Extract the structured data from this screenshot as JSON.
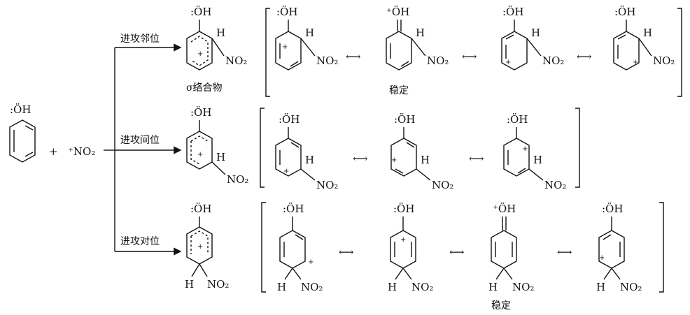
{
  "reagents": {
    "phenol_oh": ":ÖH",
    "plus": "+",
    "nitronium": "⁺NO₂"
  },
  "routes": [
    {
      "id": "ortho",
      "attack_label": "进攻邻位",
      "sigma_label": "σ络合物",
      "stable_label": "稳定"
    },
    {
      "id": "meta",
      "attack_label": "进攻间位"
    },
    {
      "id": "para",
      "attack_label": "进攻对位",
      "stable_label": "稳定"
    }
  ],
  "atoms": {
    "oh": ":ÖH",
    "oh_plus": "⁺ÖH",
    "h": "H",
    "no2": "NO₂",
    "charge": "+",
    "resonance_arrow": "⟷"
  }
}
